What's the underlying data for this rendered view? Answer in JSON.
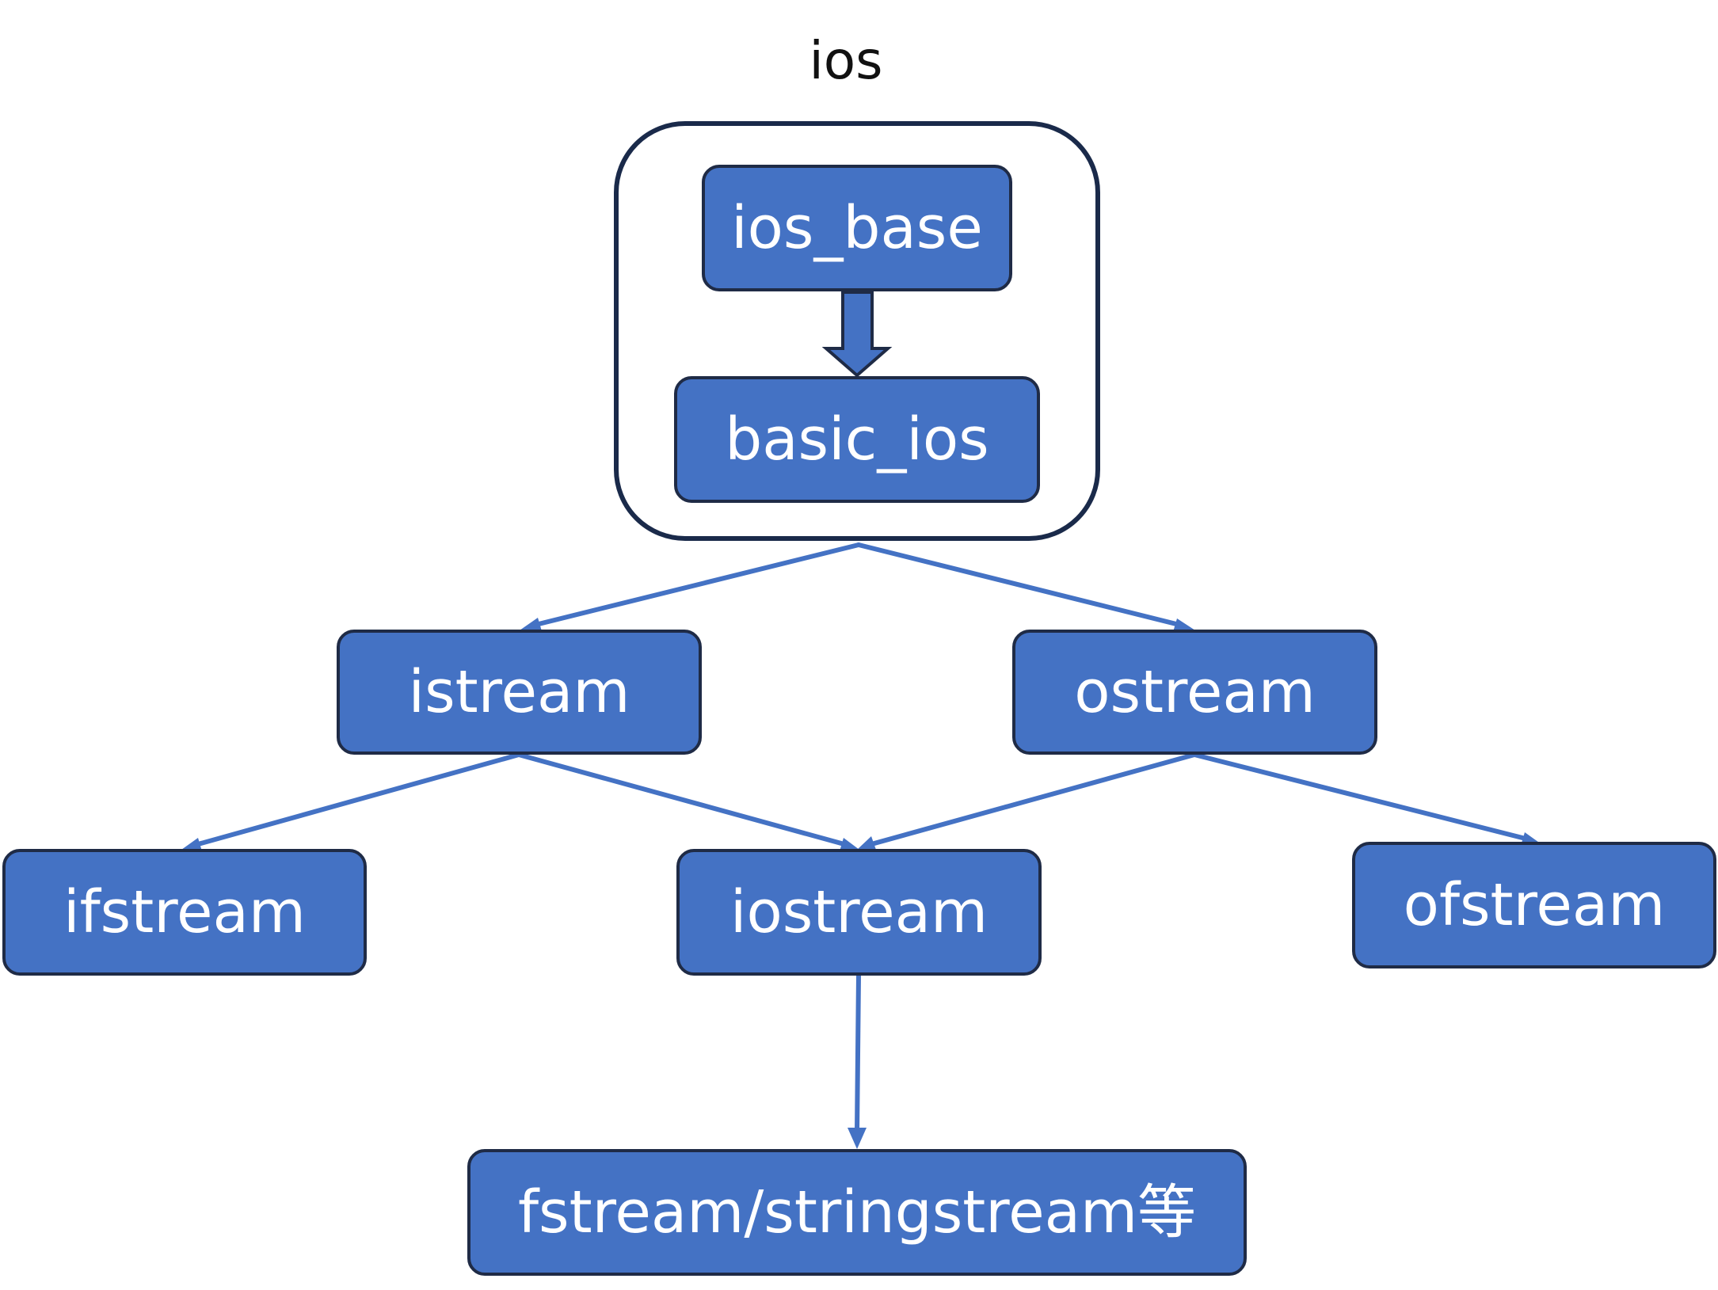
{
  "diagram": {
    "group": {
      "label": "ios"
    },
    "nodes": {
      "ios_base": "ios_base",
      "basic_ios": "basic_ios",
      "istream": "istream",
      "ostream": "ostream",
      "ifstream": "ifstream",
      "iostream": "iostream",
      "ofstream": "ofstream",
      "fstream": "fstream/stringstream等"
    },
    "edges": [
      {
        "from": "ios_base",
        "to": "basic_ios",
        "style": "block-arrow"
      },
      {
        "from": "ios",
        "to": "istream"
      },
      {
        "from": "ios",
        "to": "ostream"
      },
      {
        "from": "istream",
        "to": "ifstream"
      },
      {
        "from": "istream",
        "to": "iostream"
      },
      {
        "from": "ostream",
        "to": "iostream"
      },
      {
        "from": "ostream",
        "to": "ofstream"
      },
      {
        "from": "iostream",
        "to": "fstream"
      }
    ],
    "colors": {
      "node_fill": "#4472c4",
      "node_border": "#1f2b46",
      "edge": "#4472c4",
      "group_border": "#1a2a4a"
    }
  }
}
